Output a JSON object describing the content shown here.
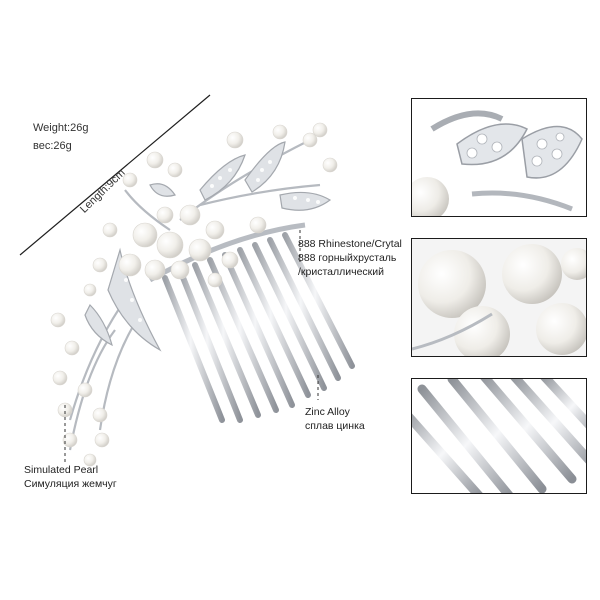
{
  "specs": {
    "weight_en": "Weight:26g",
    "weight_ru": "вес:26g"
  },
  "dimension": {
    "length": "Length:9cm"
  },
  "callouts": {
    "rhinestone_en": "888 Rhinestone/Crytal",
    "rhinestone_ru1": "888 горныйхрусталь",
    "rhinestone_ru2": "/кристаллический",
    "zinc_en": "Zinc Alloy",
    "zinc_ru": "сплав цинка",
    "pearl_en": "Simulated Pearl",
    "pearl_ru": "Симуляция жемчуг"
  },
  "colors": {
    "background": "#ffffff",
    "metal": "#c9ccd1",
    "pearl": "#f4f2ee",
    "frame": "#1b1b1b"
  }
}
